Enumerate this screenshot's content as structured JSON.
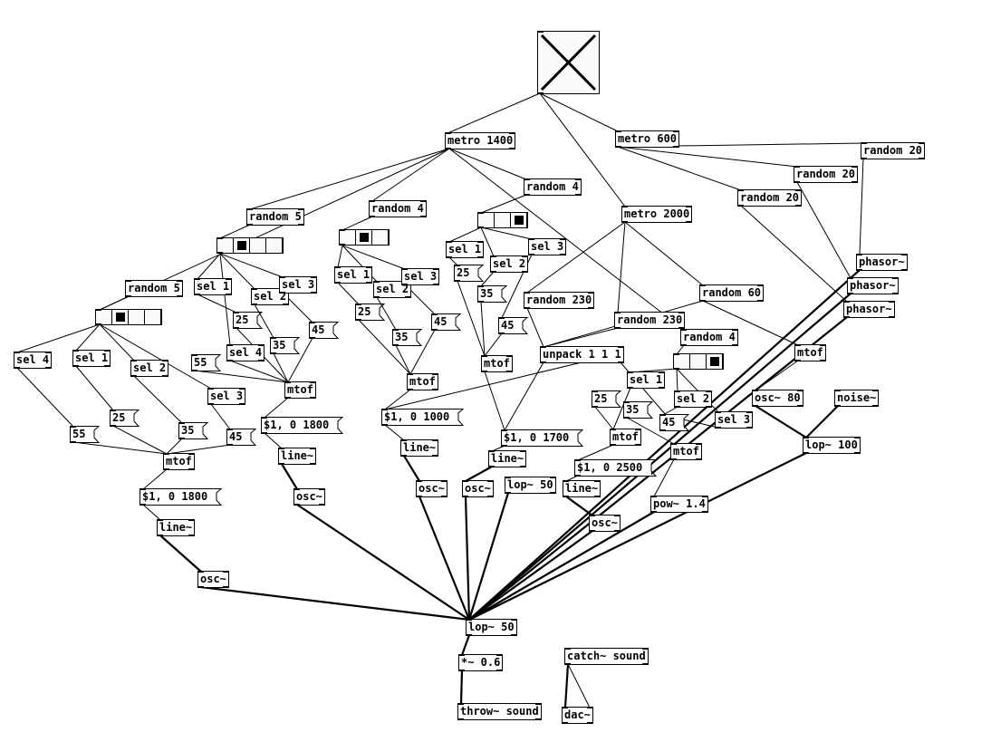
{
  "patch": {
    "toggle": {
      "name": "main-toggle",
      "checked": true
    },
    "objects": [
      {
        "id": "metro1400",
        "text": "metro 1400"
      },
      {
        "id": "metro600",
        "text": "metro 600"
      },
      {
        "id": "metro2000",
        "text": "metro 2000"
      },
      {
        "id": "random20a",
        "text": "random 20"
      },
      {
        "id": "random20b",
        "text": "random 20"
      },
      {
        "id": "random20c",
        "text": "random 20"
      },
      {
        "id": "random4a",
        "text": "random 4"
      },
      {
        "id": "random4b",
        "text": "random 4"
      },
      {
        "id": "random4c",
        "text": "random 4"
      },
      {
        "id": "random5a",
        "text": "random 5"
      },
      {
        "id": "random5b",
        "text": "random 5"
      },
      {
        "id": "random230a",
        "text": "random 230"
      },
      {
        "id": "random230b",
        "text": "random 230"
      },
      {
        "id": "random60",
        "text": "random 60"
      },
      {
        "id": "unpack",
        "text": "unpack 1 1 1"
      },
      {
        "id": "phasor1",
        "text": "phasor~"
      },
      {
        "id": "phasor2",
        "text": "phasor~"
      },
      {
        "id": "phasor3",
        "text": "phasor~"
      },
      {
        "id": "mtof1",
        "text": "mtof"
      },
      {
        "id": "mtof2",
        "text": "mtof"
      },
      {
        "id": "mtof3",
        "text": "mtof"
      },
      {
        "id": "mtof4",
        "text": "mtof"
      },
      {
        "id": "mtof5",
        "text": "mtof"
      },
      {
        "id": "mtof6",
        "text": "mtof"
      },
      {
        "id": "mtof7",
        "text": "mtof"
      },
      {
        "id": "sel4a",
        "text": "sel 4"
      },
      {
        "id": "sel1a",
        "text": "sel 1"
      },
      {
        "id": "sel2a",
        "text": "sel 2"
      },
      {
        "id": "sel3a",
        "text": "sel 3"
      },
      {
        "id": "sel1b",
        "text": "sel 1"
      },
      {
        "id": "sel2b",
        "text": "sel 2"
      },
      {
        "id": "sel3b",
        "text": "sel 3"
      },
      {
        "id": "sel4b",
        "text": "sel 4"
      },
      {
        "id": "sel1c",
        "text": "sel 1"
      },
      {
        "id": "sel2c",
        "text": "sel 2"
      },
      {
        "id": "sel3c",
        "text": "sel 3"
      },
      {
        "id": "sel1d",
        "text": "sel 1"
      },
      {
        "id": "sel2d",
        "text": "sel 2"
      },
      {
        "id": "sel3d",
        "text": "sel 3"
      },
      {
        "id": "sel1e",
        "text": "sel 1"
      },
      {
        "id": "sel2e",
        "text": "sel 2"
      },
      {
        "id": "sel3e",
        "text": "sel 3"
      },
      {
        "id": "line1",
        "text": "line~"
      },
      {
        "id": "line2",
        "text": "line~"
      },
      {
        "id": "line3",
        "text": "line~"
      },
      {
        "id": "line4",
        "text": "line~"
      },
      {
        "id": "line5",
        "text": "line~"
      },
      {
        "id": "osc1",
        "text": "osc~"
      },
      {
        "id": "osc2",
        "text": "osc~"
      },
      {
        "id": "osc3",
        "text": "osc~"
      },
      {
        "id": "osc4",
        "text": "osc~"
      },
      {
        "id": "osc5",
        "text": "osc~"
      },
      {
        "id": "osc80",
        "text": "osc~ 80"
      },
      {
        "id": "noise",
        "text": "noise~"
      },
      {
        "id": "lop100",
        "text": "lop~ 100"
      },
      {
        "id": "lop50a",
        "text": "lop~ 50"
      },
      {
        "id": "pow",
        "text": "pow~ 1.4"
      },
      {
        "id": "lop50main",
        "text": "lop~ 50"
      },
      {
        "id": "mul",
        "text": "*~ 0.6"
      },
      {
        "id": "throw",
        "text": "throw~ sound"
      },
      {
        "id": "catch",
        "text": "catch~ sound"
      },
      {
        "id": "dac",
        "text": "dac~"
      }
    ],
    "messages": [
      {
        "id": "m55a",
        "text": "55"
      },
      {
        "id": "m25a",
        "text": "25"
      },
      {
        "id": "m35a",
        "text": "35"
      },
      {
        "id": "m45a",
        "text": "45"
      },
      {
        "id": "m25b",
        "text": "25"
      },
      {
        "id": "m35b",
        "text": "35"
      },
      {
        "id": "m45b",
        "text": "45"
      },
      {
        "id": "m55b",
        "text": "55"
      },
      {
        "id": "m25c",
        "text": "25"
      },
      {
        "id": "m35c",
        "text": "35"
      },
      {
        "id": "m45c",
        "text": "45"
      },
      {
        "id": "m25d",
        "text": "25"
      },
      {
        "id": "m35d",
        "text": "35"
      },
      {
        "id": "m45d",
        "text": "45"
      },
      {
        "id": "m25e",
        "text": "25"
      },
      {
        "id": "m35e",
        "text": "35"
      },
      {
        "id": "m45e",
        "text": "45"
      },
      {
        "id": "ramp1800a",
        "text": "$1, 0 1800"
      },
      {
        "id": "ramp1800b",
        "text": "$1, 0 1800"
      },
      {
        "id": "ramp1000",
        "text": "$1, 0 1000"
      },
      {
        "id": "ramp1700",
        "text": "$1, 0 1700"
      },
      {
        "id": "ramp2500",
        "text": "$1, 0 2500"
      }
    ],
    "radios": [
      {
        "id": "radio5a",
        "cells": 4,
        "selected": 1
      },
      {
        "id": "radio5b",
        "cells": 4,
        "selected": 1
      },
      {
        "id": "radio4a",
        "cells": 3,
        "selected": 1
      },
      {
        "id": "radio4b",
        "cells": 3,
        "selected": 2
      },
      {
        "id": "radio4c",
        "cells": 3,
        "selected": 2
      }
    ]
  }
}
